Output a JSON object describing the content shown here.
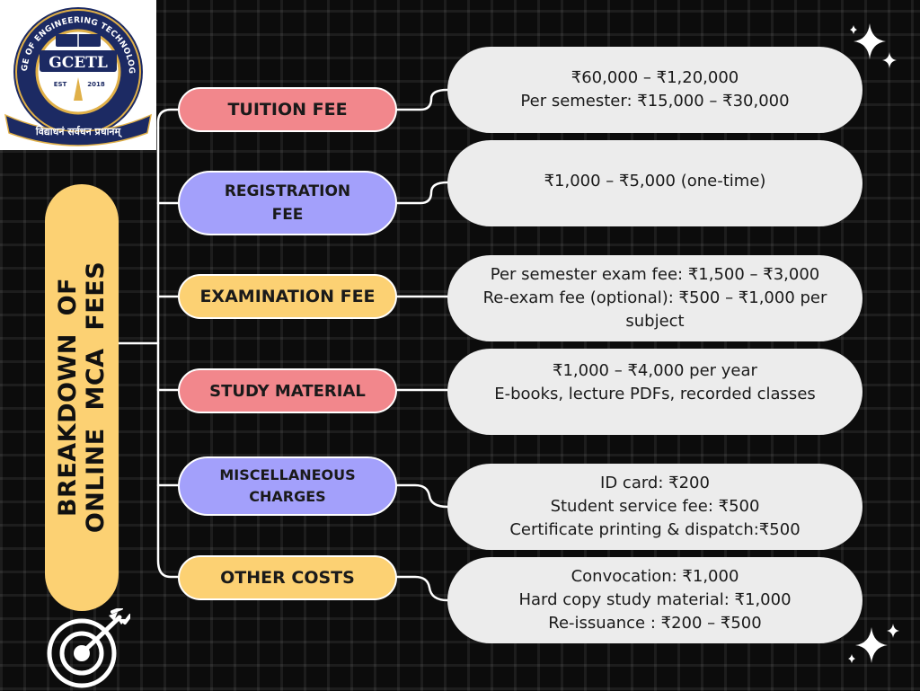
{
  "logo": {
    "college_name": "GLOBAL COLLEGE OF ENGINEERING TECHNOLOGY & LEARNING",
    "abbreviation": "GCETL",
    "motto": "विद्याधनं सर्वधन प्रधानम्",
    "year_left": "EST",
    "year_right": "2018"
  },
  "sidebar": {
    "title_line1": "BREAKDOWN  OF",
    "title_line2": "ONLINE  MCA  FEES",
    "icon": "target-arrow-icon"
  },
  "fees": [
    {
      "label": "TUITION FEE",
      "color": "#f2878c",
      "details": [
        "₹60,000 – ₹1,20,000",
        "Per semester: ₹15,000 – ₹30,000"
      ]
    },
    {
      "label_line1": "REGISTRATION",
      "label_line2": "FEE",
      "color": "#a3a0fb",
      "details": [
        "₹1,000 – ₹5,000 (one-time)"
      ]
    },
    {
      "label": "EXAMINATION FEE",
      "color": "#fcd173",
      "details": [
        "Per semester exam fee: ₹1,500 – ₹3,000",
        "Re-exam fee (optional): ₹500 – ₹1,000 per",
        "subject"
      ]
    },
    {
      "label": "STUDY MATERIAL",
      "color": "#f2878c",
      "details": [
        "₹1,000 – ₹4,000 per year",
        "E-books, lecture PDFs, recorded classes"
      ]
    },
    {
      "label_line1": "MISCELLANEOUS",
      "label_line2": "CHARGES",
      "color": "#a3a0fb",
      "details": [
        "ID card: ₹200",
        "Student service fee: ₹500",
        "Certificate printing & dispatch:₹500"
      ]
    },
    {
      "label": "OTHER COSTS",
      "color": "#fcd173",
      "details": [
        "Convocation: ₹1,000",
        "Hard copy study material: ₹1,000",
        "Re-issuance : ₹200 – ₹500"
      ]
    }
  ]
}
